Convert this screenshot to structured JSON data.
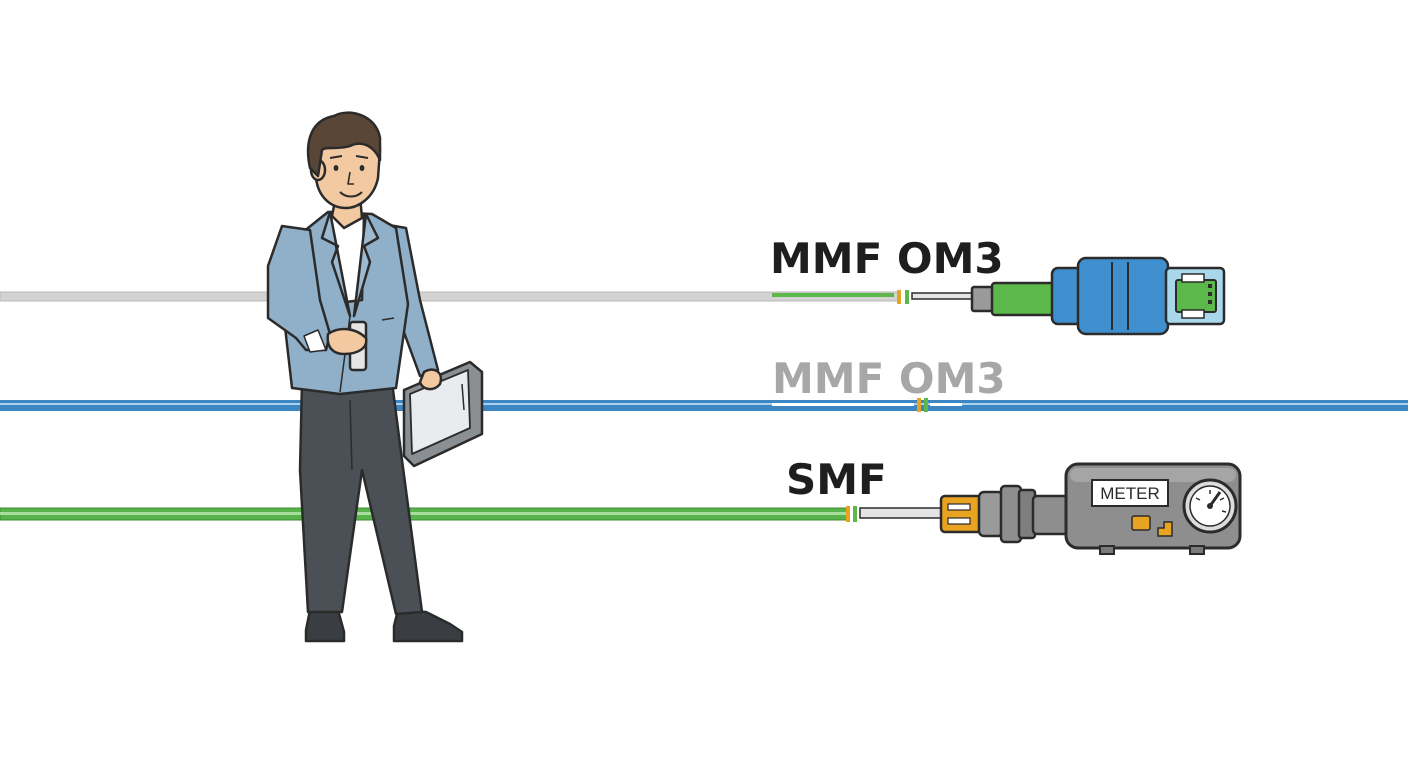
{
  "labels": {
    "fiber_top": "MMF OM3",
    "fiber_middle": "MMF OM3",
    "fiber_bottom": "SMF",
    "meter": "METER"
  },
  "colors": {
    "outline": "#2b2b2b",
    "cable_gray": "#c9c9c9",
    "cable_blue": "#3d86c4",
    "cable_green": "#58b44a",
    "connector_blue": "#3f8fcf",
    "connector_green": "#5cb84a",
    "connector_orange": "#e8a321",
    "meter_gray": "#8e8e8e",
    "suit_blue": "#8fb0c8",
    "pants_dark": "#4a5056",
    "hair_brown": "#5a4636",
    "skin": "#f2c9a0",
    "label_dark": "#1e1e1e",
    "label_faded": "#a7a7a7"
  },
  "icons": {
    "person": "businessman-icon",
    "tablet": "tablet-icon",
    "meter": "power-meter-icon",
    "lc_connector": "lc-duplex-connector-icon"
  }
}
